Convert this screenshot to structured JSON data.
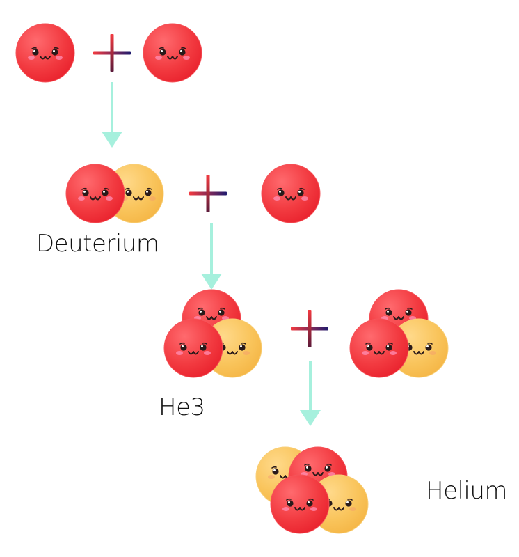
{
  "labels": {
    "deuterium": "Deuterium",
    "he3": "He3",
    "helium": "Helium"
  },
  "particles": {
    "proton": {
      "name": "proton",
      "color": "#f23a40"
    },
    "neutron": {
      "name": "neutron",
      "color": "#f9c45b"
    }
  },
  "reactions": [
    {
      "left": "proton",
      "right": "proton",
      "product": "deuterium"
    },
    {
      "left": "deuterium",
      "right": "proton",
      "product": "he3"
    },
    {
      "left": "he3",
      "right": "he3",
      "product": "helium"
    }
  ],
  "colors": {
    "arrow": "#a6f0dd",
    "plus_start": "#f23a40",
    "plus_end": "#1f1b6e",
    "cheek": "#ff8fb6"
  }
}
